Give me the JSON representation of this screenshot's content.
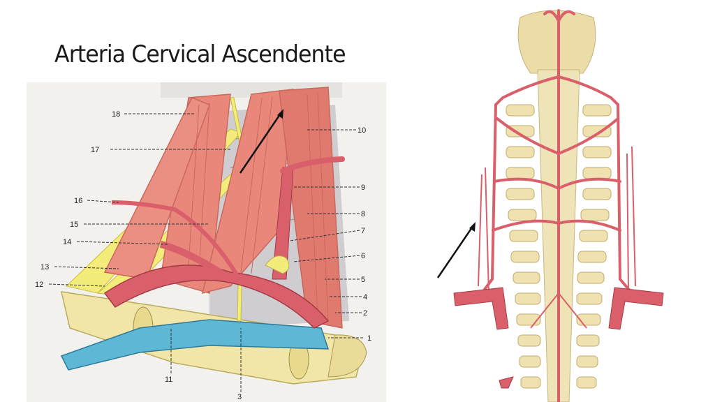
{
  "slide": {
    "title": "Arteria Cervical Ascendente"
  },
  "left_figure": {
    "labels": [
      "1",
      "2",
      "3",
      "4",
      "5",
      "6",
      "7",
      "8",
      "9",
      "10",
      "11",
      "12",
      "13",
      "14",
      "15",
      "16",
      "17",
      "18"
    ]
  },
  "colors": {
    "muscle": "#e8877a",
    "muscle_dark": "#c9685c",
    "nerve": "#f3ec7a",
    "vein": "#5fb7d6",
    "artery": "#d9606a",
    "bone": "#f1e6a8",
    "spinal": "#ece0b2",
    "annotation_arrow": "#111111"
  }
}
